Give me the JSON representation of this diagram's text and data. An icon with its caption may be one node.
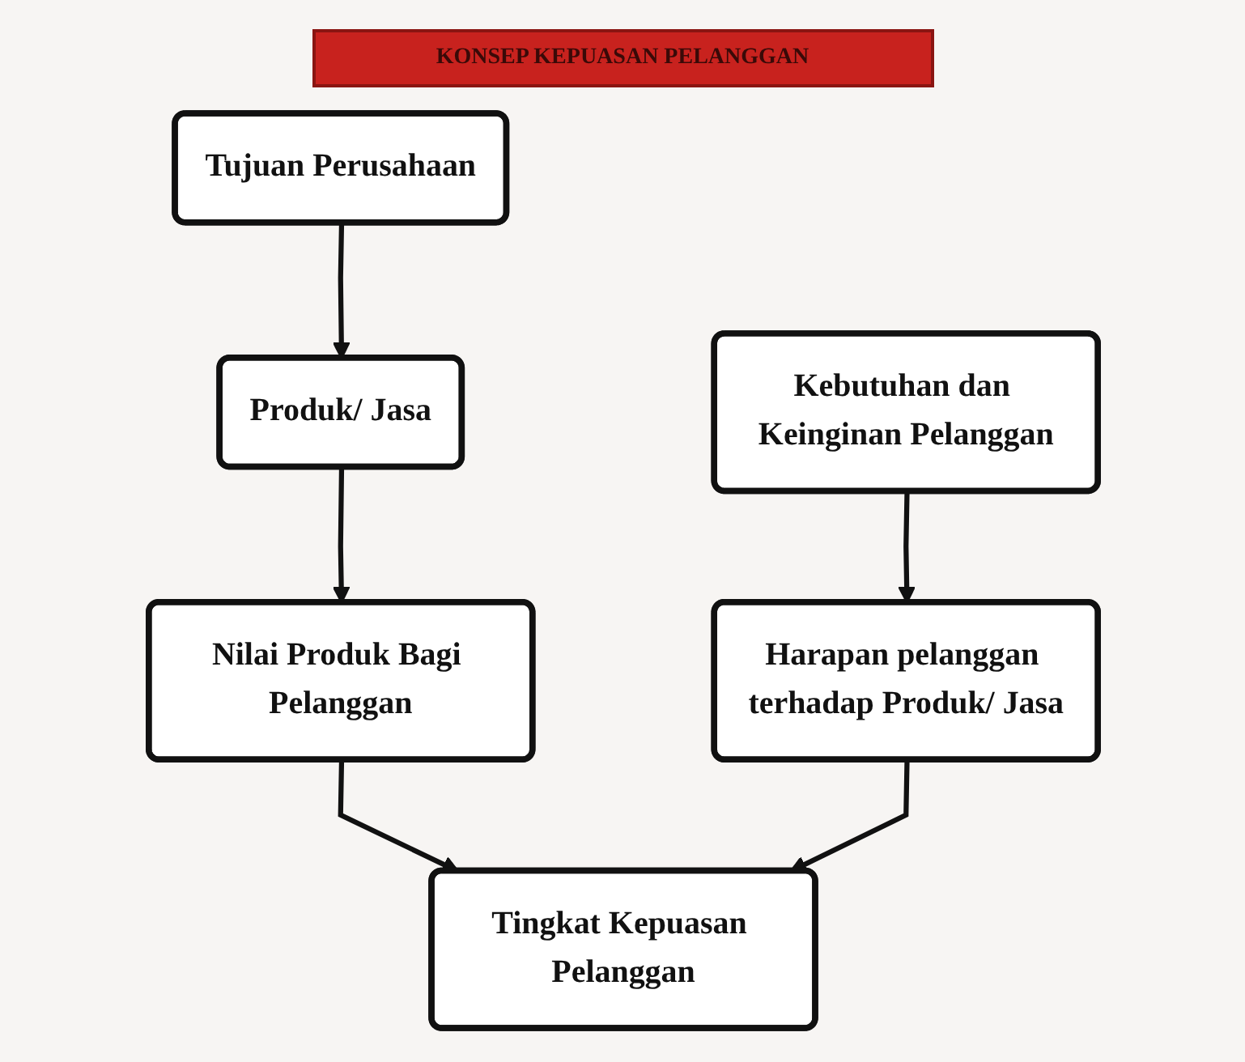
{
  "diagram": {
    "title": "KONSEP KEPUASAN PELANGGAN",
    "nodes": [
      {
        "text": [
          "Tujuan Perusahaan"
        ]
      },
      {
        "text": [
          "Produk/ Jasa"
        ]
      },
      {
        "text": [
          "Nilai Produk Bagi Pelanggan"
        ]
      },
      {
        "text": [
          "Kebutuhan dan Keinginan Pelanggan"
        ]
      },
      {
        "text": [
          "Harapan pelanggan terhadap Produk/ Jasa"
        ]
      },
      {
        "text": [
          "Tingkat Kepuasan Pelanggan"
        ]
      }
    ],
    "edges": [
      {
        "from": 0,
        "to": 1,
        "arrow": "to"
      },
      {
        "from": 1,
        "to": 2,
        "arrow": "to"
      },
      {
        "from": 2,
        "to": 5,
        "arrow": "to"
      },
      {
        "from": 3,
        "to": 4,
        "arrow": "to"
      },
      {
        "from": 4,
        "to": 5,
        "arrow": "to"
      }
    ]
  }
}
